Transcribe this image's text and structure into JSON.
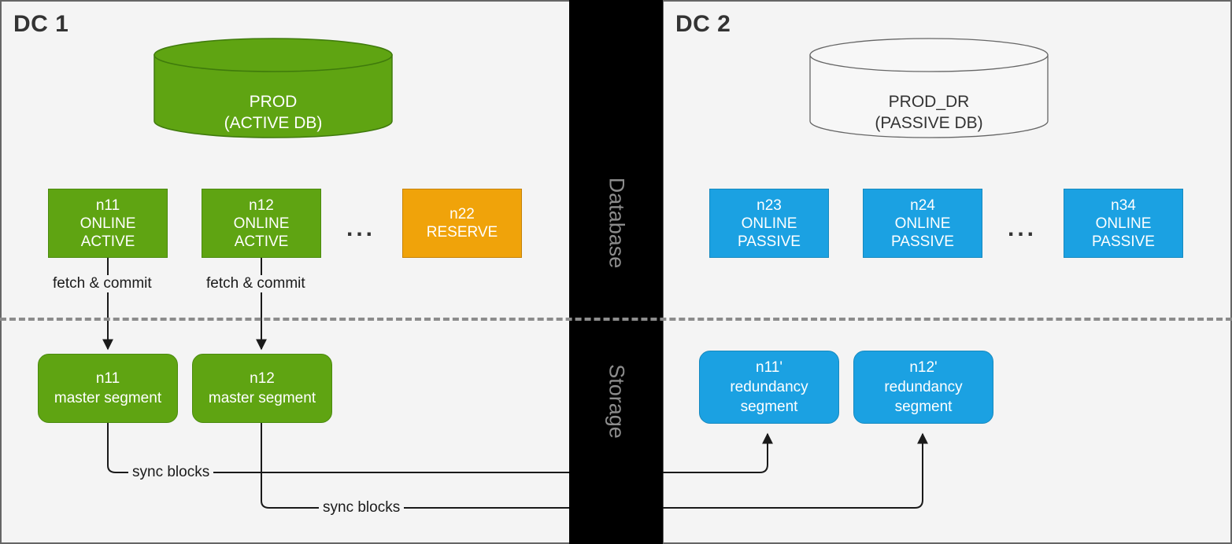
{
  "diagram": {
    "title_left": "DC 1",
    "title_right": "DC 2",
    "tiers": {
      "database": "Database",
      "storage": "Storage"
    },
    "colors": {
      "active_green": "#5FA412",
      "reserve_orange": "#F0A30A",
      "passive_blue": "#1BA1E2",
      "tier_strip": "#000000",
      "tier_text": "#8c8c8c",
      "background": "#f4f4f4",
      "frame_border": "#666666",
      "divider": "#8c8c8c"
    }
  },
  "dc1": {
    "database": {
      "name": "PROD",
      "role": "(ACTIVE DB)"
    },
    "nodes": [
      {
        "id": "n11",
        "state": "ONLINE",
        "role": "ACTIVE"
      },
      {
        "id": "n12",
        "state": "ONLINE",
        "role": "ACTIVE"
      },
      {
        "id": "n22",
        "state": "RESERVE",
        "role": ""
      }
    ],
    "ellipsis": "...",
    "edge_labels": {
      "fetch_commit_n11": "fetch & commit",
      "fetch_commit_n12": "fetch & commit"
    },
    "segments": [
      {
        "id": "n11",
        "kind": "master segment"
      },
      {
        "id": "n12",
        "kind": "master segment"
      }
    ],
    "sync_labels": {
      "sync_blocks_1": "sync blocks",
      "sync_blocks_2": "sync blocks"
    }
  },
  "dc2": {
    "database": {
      "name": "PROD_DR",
      "role": "(PASSIVE DB)"
    },
    "nodes": [
      {
        "id": "n23",
        "state": "ONLINE",
        "role": "PASSIVE"
      },
      {
        "id": "n24",
        "state": "ONLINE",
        "role": "PASSIVE"
      },
      {
        "id": "n34",
        "state": "ONLINE",
        "role": "PASSIVE"
      }
    ],
    "ellipsis": "...",
    "segments": [
      {
        "id": "n11'",
        "kind_line1": "redundancy",
        "kind_line2": "segment"
      },
      {
        "id": "n12'",
        "kind_line1": "redundancy",
        "kind_line2": "segment"
      }
    ]
  }
}
